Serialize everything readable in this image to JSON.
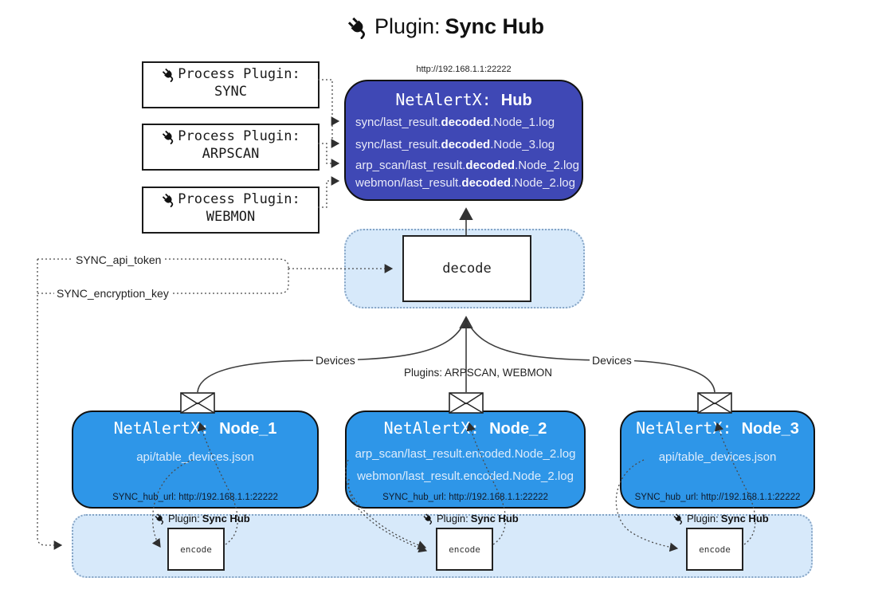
{
  "title": {
    "prefix": "Plugin:",
    "name": "Sync Hub"
  },
  "process_plugins": [
    {
      "label": "Process Plugin:",
      "name": "SYNC"
    },
    {
      "label": "Process Plugin:",
      "name": "ARPSCAN"
    },
    {
      "label": "Process Plugin:",
      "name": "WEBMON"
    }
  ],
  "hub": {
    "url": "http://192.168.1.1:22222",
    "title_prefix": "NetAlertX:",
    "title_name": "Hub",
    "logs": [
      {
        "pre": "sync/last_result.",
        "bold": "decoded",
        "post": ".Node_1.log"
      },
      {
        "pre": "sync/last_result.",
        "bold": "decoded",
        "post": ".Node_3.log"
      },
      {
        "pre": "arp_scan/last_result.",
        "bold": "decoded",
        "post": ".Node_2.log"
      },
      {
        "pre": "webmon/last_result.",
        "bold": "decoded",
        "post": ".Node_2.log"
      }
    ]
  },
  "decode": {
    "label": "decode"
  },
  "settings": {
    "api_token": "SYNC_api_token",
    "encryption_key": "SYNC_encryption_key"
  },
  "edge_labels": {
    "devices_left": "Devices",
    "plugins_mid": "Plugins: ARPSCAN, WEBMON",
    "devices_right": "Devices"
  },
  "nodes": [
    {
      "title_prefix": "NetAlertX:",
      "title_name": "Node_1",
      "files": [
        "api/table_devices.json"
      ],
      "hub_url": "SYNC_hub_url: http://192.168.1.1:22222"
    },
    {
      "title_prefix": "NetAlertX:",
      "title_name": "Node_2",
      "files": [
        "arp_scan/last_result.encoded.Node_2.log",
        "webmon/last_result.encoded.Node_2.log"
      ],
      "hub_url": "SYNC_hub_url: http://192.168.1.1:22222"
    },
    {
      "title_prefix": "NetAlertX:",
      "title_name": "Node_3",
      "files": [
        "api/table_devices.json"
      ],
      "hub_url": "SYNC_hub_url: http://192.168.1.1:22222"
    }
  ],
  "encoders": [
    {
      "label_prefix": "Plugin:",
      "label_name": "Sync Hub",
      "box": "encode"
    },
    {
      "label_prefix": "Plugin:",
      "label_name": "Sync Hub",
      "box": "encode"
    },
    {
      "label_prefix": "Plugin:",
      "label_name": "Sync Hub",
      "box": "encode"
    }
  ],
  "colors": {
    "hub_fill": "#3f48b5",
    "node_fill": "#2e96e8",
    "panel_fill": "#d7e9fa",
    "line": "#3d3d3d",
    "dotted_line": "#4a4a4a"
  }
}
